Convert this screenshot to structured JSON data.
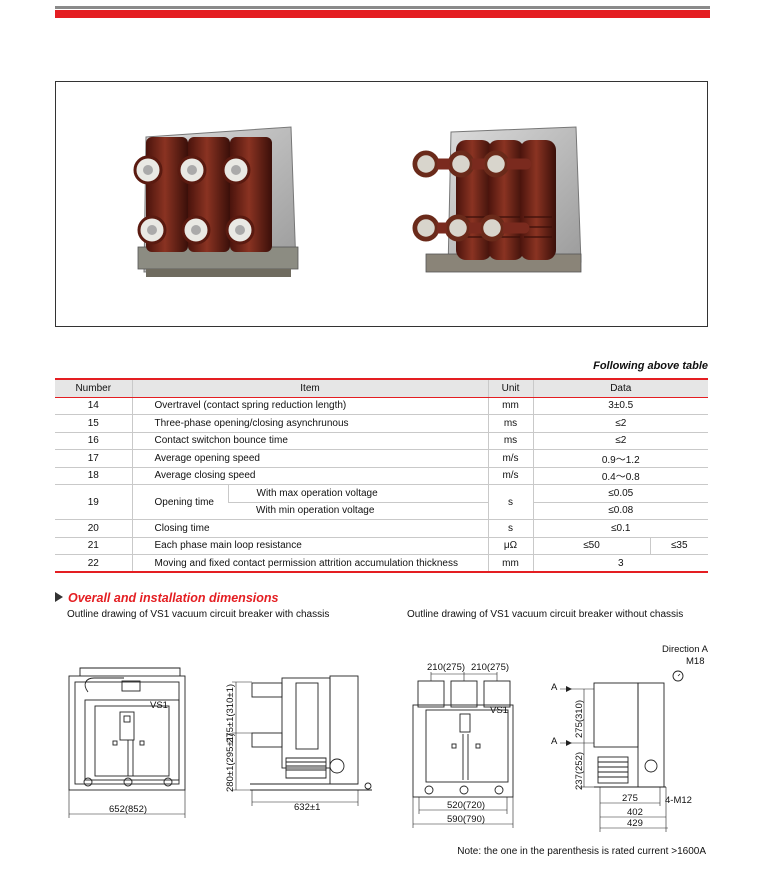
{
  "caption": "Following above table",
  "table": {
    "headers": [
      "Number",
      "Item",
      "Unit",
      "Data"
    ],
    "rows": [
      {
        "number": "14",
        "item": "Overtravel (contact spring reduction length)",
        "unit": "mm",
        "data": "3±0.5"
      },
      {
        "number": "15",
        "item": "Three-phase opening/closing asynchrunous",
        "unit": "ms",
        "data": "≤2"
      },
      {
        "number": "16",
        "item": "Contact switchon bounce time",
        "unit": "ms",
        "data": "≤2"
      },
      {
        "number": "17",
        "item": "Average opening speed",
        "unit": "m/s",
        "data": "0.9～1.2"
      },
      {
        "number": "18",
        "item": "Average closing speed",
        "unit": "m/s",
        "data": "0.4～0.8"
      },
      {
        "number": "19",
        "item": "Opening time",
        "unit": "s",
        "sub_max": "With max operation voltage",
        "data_max": "≤0.05",
        "sub_min": "With min operation voltage",
        "data_min": "≤0.08"
      },
      {
        "number": "20",
        "item": "Closing time",
        "unit": "s",
        "data": "≤0.1"
      },
      {
        "number": "21",
        "item": "Each phase main loop resistance",
        "unit": "μΩ",
        "data_a": "≤50",
        "data_b": "≤35"
      },
      {
        "number": "22",
        "item": "Moving and fixed contact permission attrition accumulation thickness",
        "unit": "mm",
        "data": "3"
      }
    ]
  },
  "section": {
    "title": "Overall and installation dimensions",
    "outline_with_chassis": "Outline drawing of VS1 vacuum circuit breaker with chassis",
    "outline_without_chassis": "Outline drawing of VS1 vacuum circuit breaker without chassis"
  },
  "drawings": {
    "vs1_label": "VS1",
    "dim_652": "652(852)",
    "dim_275_310_left": "275±1(310±1)",
    "dim_280_295": "280±1(295±1)",
    "dim_632": "632±1",
    "dim_210_a": "210(275)",
    "dim_210_b": "210(275)",
    "dim_520": "520(720)",
    "dim_590": "590(790)",
    "arrow_a_top": "A",
    "arrow_a_bottom": "A",
    "dim_275_310": "275(310)",
    "dim_237_252": "237(252)",
    "dim_275": "275",
    "dim_4m12": "4-M12",
    "dim_402": "402",
    "dim_429": "429",
    "direction_a": "Direction A",
    "m18": "M18"
  },
  "note": "Note: the one in the parenthesis is rated current >1600A",
  "colors": {
    "accent_red": "#e41e22",
    "insulator_brown": "#7a2a1e",
    "header_gray": "#e6e6e6"
  }
}
